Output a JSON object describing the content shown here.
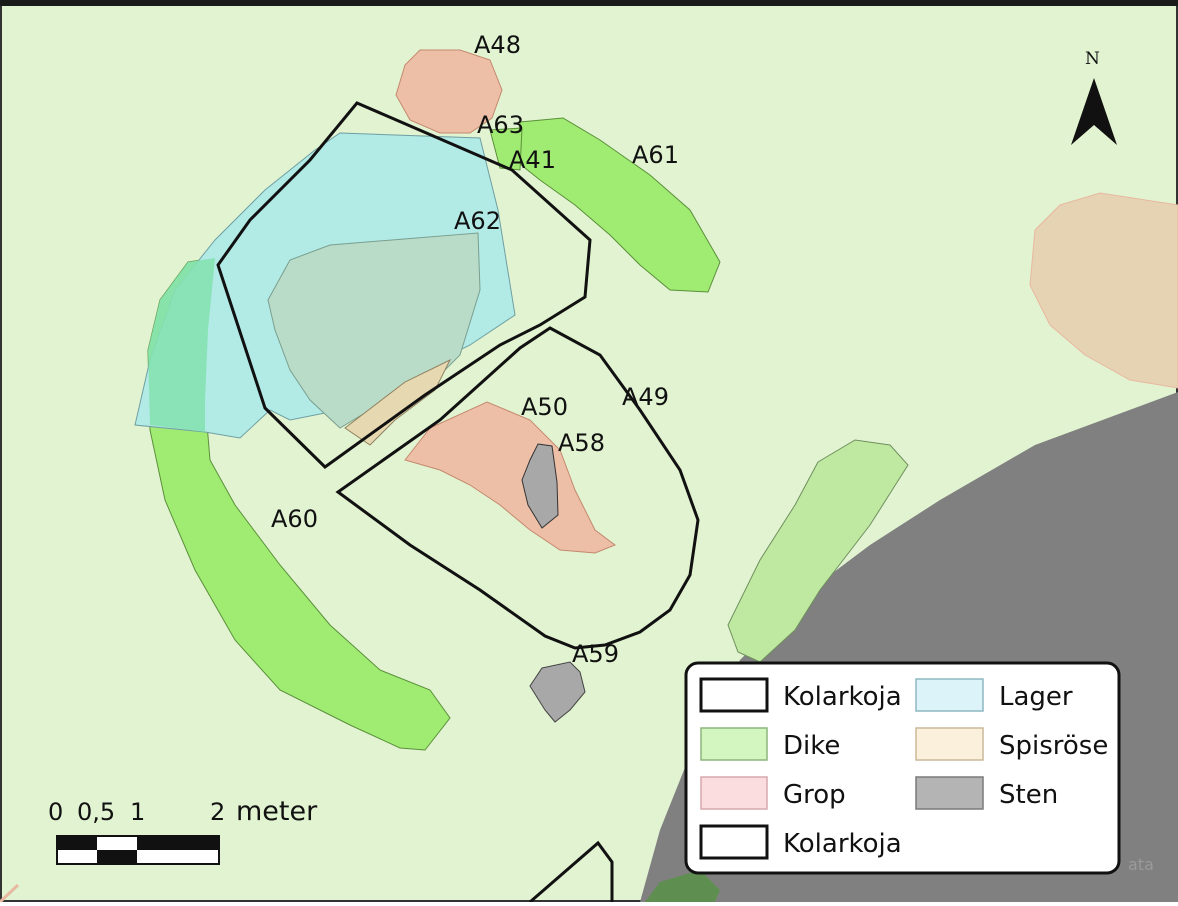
{
  "colors": {
    "background": "#e1f3d0",
    "dike": "#a0ec72",
    "lager": "#b2eae6",
    "grop": "#edbfa6",
    "spisrose": "#e6d3b4",
    "sten": "#808080",
    "stone_small": "#a8a8a8",
    "outline": "#111111"
  },
  "features": [
    {
      "id": "A48",
      "label": "A48",
      "type": "Grop"
    },
    {
      "id": "A63",
      "label": "A63",
      "type": "Kolarkoja"
    },
    {
      "id": "A41",
      "label": "A41",
      "type": "Dike"
    },
    {
      "id": "A61",
      "label": "A61",
      "type": "Dike"
    },
    {
      "id": "A62",
      "label": "A62",
      "type": "Lager"
    },
    {
      "id": "A50",
      "label": "A50",
      "type": "Grop"
    },
    {
      "id": "A49",
      "label": "A49",
      "type": "Kolarkoja"
    },
    {
      "id": "A58",
      "label": "A58",
      "type": "Sten"
    },
    {
      "id": "A60",
      "label": "A60",
      "type": "Dike"
    },
    {
      "id": "A59",
      "label": "A59",
      "type": "Sten"
    }
  ],
  "north_arrow": {
    "label": "N",
    "icon": "north-arrow-icon"
  },
  "scale_bar": {
    "ticks": [
      "0",
      "0,5",
      "1",
      "2"
    ],
    "unit": "meter"
  },
  "legend": {
    "items": [
      {
        "name": "kolarkoja",
        "label": "Kolarkoja",
        "fill": "#ffffff",
        "stroke": "#111111"
      },
      {
        "name": "lager",
        "label": "Lager",
        "fill": "#dcf3fa",
        "stroke": "#8fb7c2"
      },
      {
        "name": "dike",
        "label": "Dike",
        "fill": "#d3f6c1",
        "stroke": "#8bb57a"
      },
      {
        "name": "spisrose",
        "label": "Spisröse",
        "fill": "#fbf0dc",
        "stroke": "#c9b89a"
      },
      {
        "name": "grop",
        "label": "Grop",
        "fill": "#fbdde0",
        "stroke": "#d7a8ad"
      },
      {
        "name": "sten",
        "label": "Sten",
        "fill": "#b4b4b4",
        "stroke": "#7a7a7a"
      },
      {
        "name": "kolarkoja-2",
        "label": "Kolarkoja",
        "fill": "#ffffff",
        "stroke": "#111111"
      }
    ]
  },
  "attribution": "ata"
}
